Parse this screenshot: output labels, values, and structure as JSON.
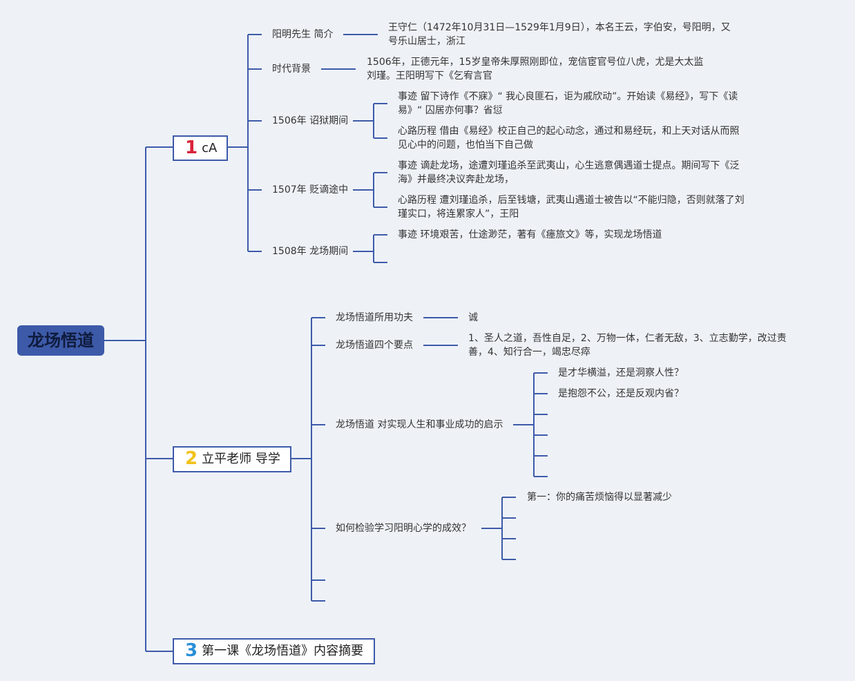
{
  "root": {
    "title": "龙场悟道"
  },
  "branches": [
    {
      "number": "1",
      "label": "cA",
      "items": [
        {
          "label": "阳明先生 简介",
          "details": [
            "王守仁（1472年10月31日—1529年1月9日），本名王云，字伯安，号阳明，又号乐山居士，浙江"
          ]
        },
        {
          "label": "时代背景",
          "details": [
            "1506年，正德元年，15岁皇帝朱厚照刚即位，宠信宦官号位八虎，尤是大太监刘瑾。王阳明写下《乞宥言官"
          ]
        },
        {
          "label": "1506年 诏狱期间",
          "details": [
            "事迹 留下诗作《不寐》“ 我心良匪石，讵为戚欣动”。开始读《易经》，写下《读易》“ 囚居亦何事？省愆",
            "心路历程 借由《易经》校正自己的起心动念，通过和易经玩，和上天对话从而照见心中的问题，也怕当下自己做"
          ]
        },
        {
          "label": "1507年 贬谪途中",
          "details": [
            "事迹 谪赴龙场，途遭刘瑾追杀至武夷山，心生逃意偶遇道士提点。期间写下《泛海》并最终决议奔赴龙场，",
            "心路历程 遭刘瑾追杀，后至钱塘，武夷山遇道士被告以“不能归隐，否则就落了刘瑾实口，将连累家人”，王阳"
          ]
        },
        {
          "label": "1508年 龙场期间",
          "details": [
            "事迹 环境艰苦，仕途渺茫，著有《瘗旅文》等，实现龙场悟道",
            ""
          ]
        }
      ]
    },
    {
      "number": "2",
      "label": "立平老师 导学",
      "items": [
        {
          "label": "龙场悟道所用功夫",
          "details": [
            "诚"
          ]
        },
        {
          "label": "龙场悟道四个要点",
          "details": [
            "1、圣人之道，吾性自足，2、万物一体，仁者无敌，3、立志勤学，改过责善，4、知行合一，竭忠尽瘁"
          ]
        },
        {
          "label": "龙场悟道 对实现人生和事业成功的启示",
          "details": [
            "是才华横溢，还是洞察人性？",
            "是抱怨不公，还是反观内省？",
            "",
            "",
            "",
            ""
          ]
        },
        {
          "label": "如何检验学习阳明心学的成效？",
          "details": [
            "第一：你的痛苦烦恼得以显著减少",
            "",
            "",
            ""
          ]
        },
        {
          "label": "",
          "details": []
        },
        {
          "label": "",
          "details": []
        }
      ]
    },
    {
      "number": "3",
      "label": "第一课《龙场悟道》内容摘要",
      "items": []
    }
  ],
  "colors": {
    "line": "#3d5aa9",
    "background": "#eef2f7",
    "root_fill": "#3d5aa9",
    "number_1": "#d8243a",
    "number_2": "#f2c21b",
    "number_3": "#2a8fd8"
  }
}
